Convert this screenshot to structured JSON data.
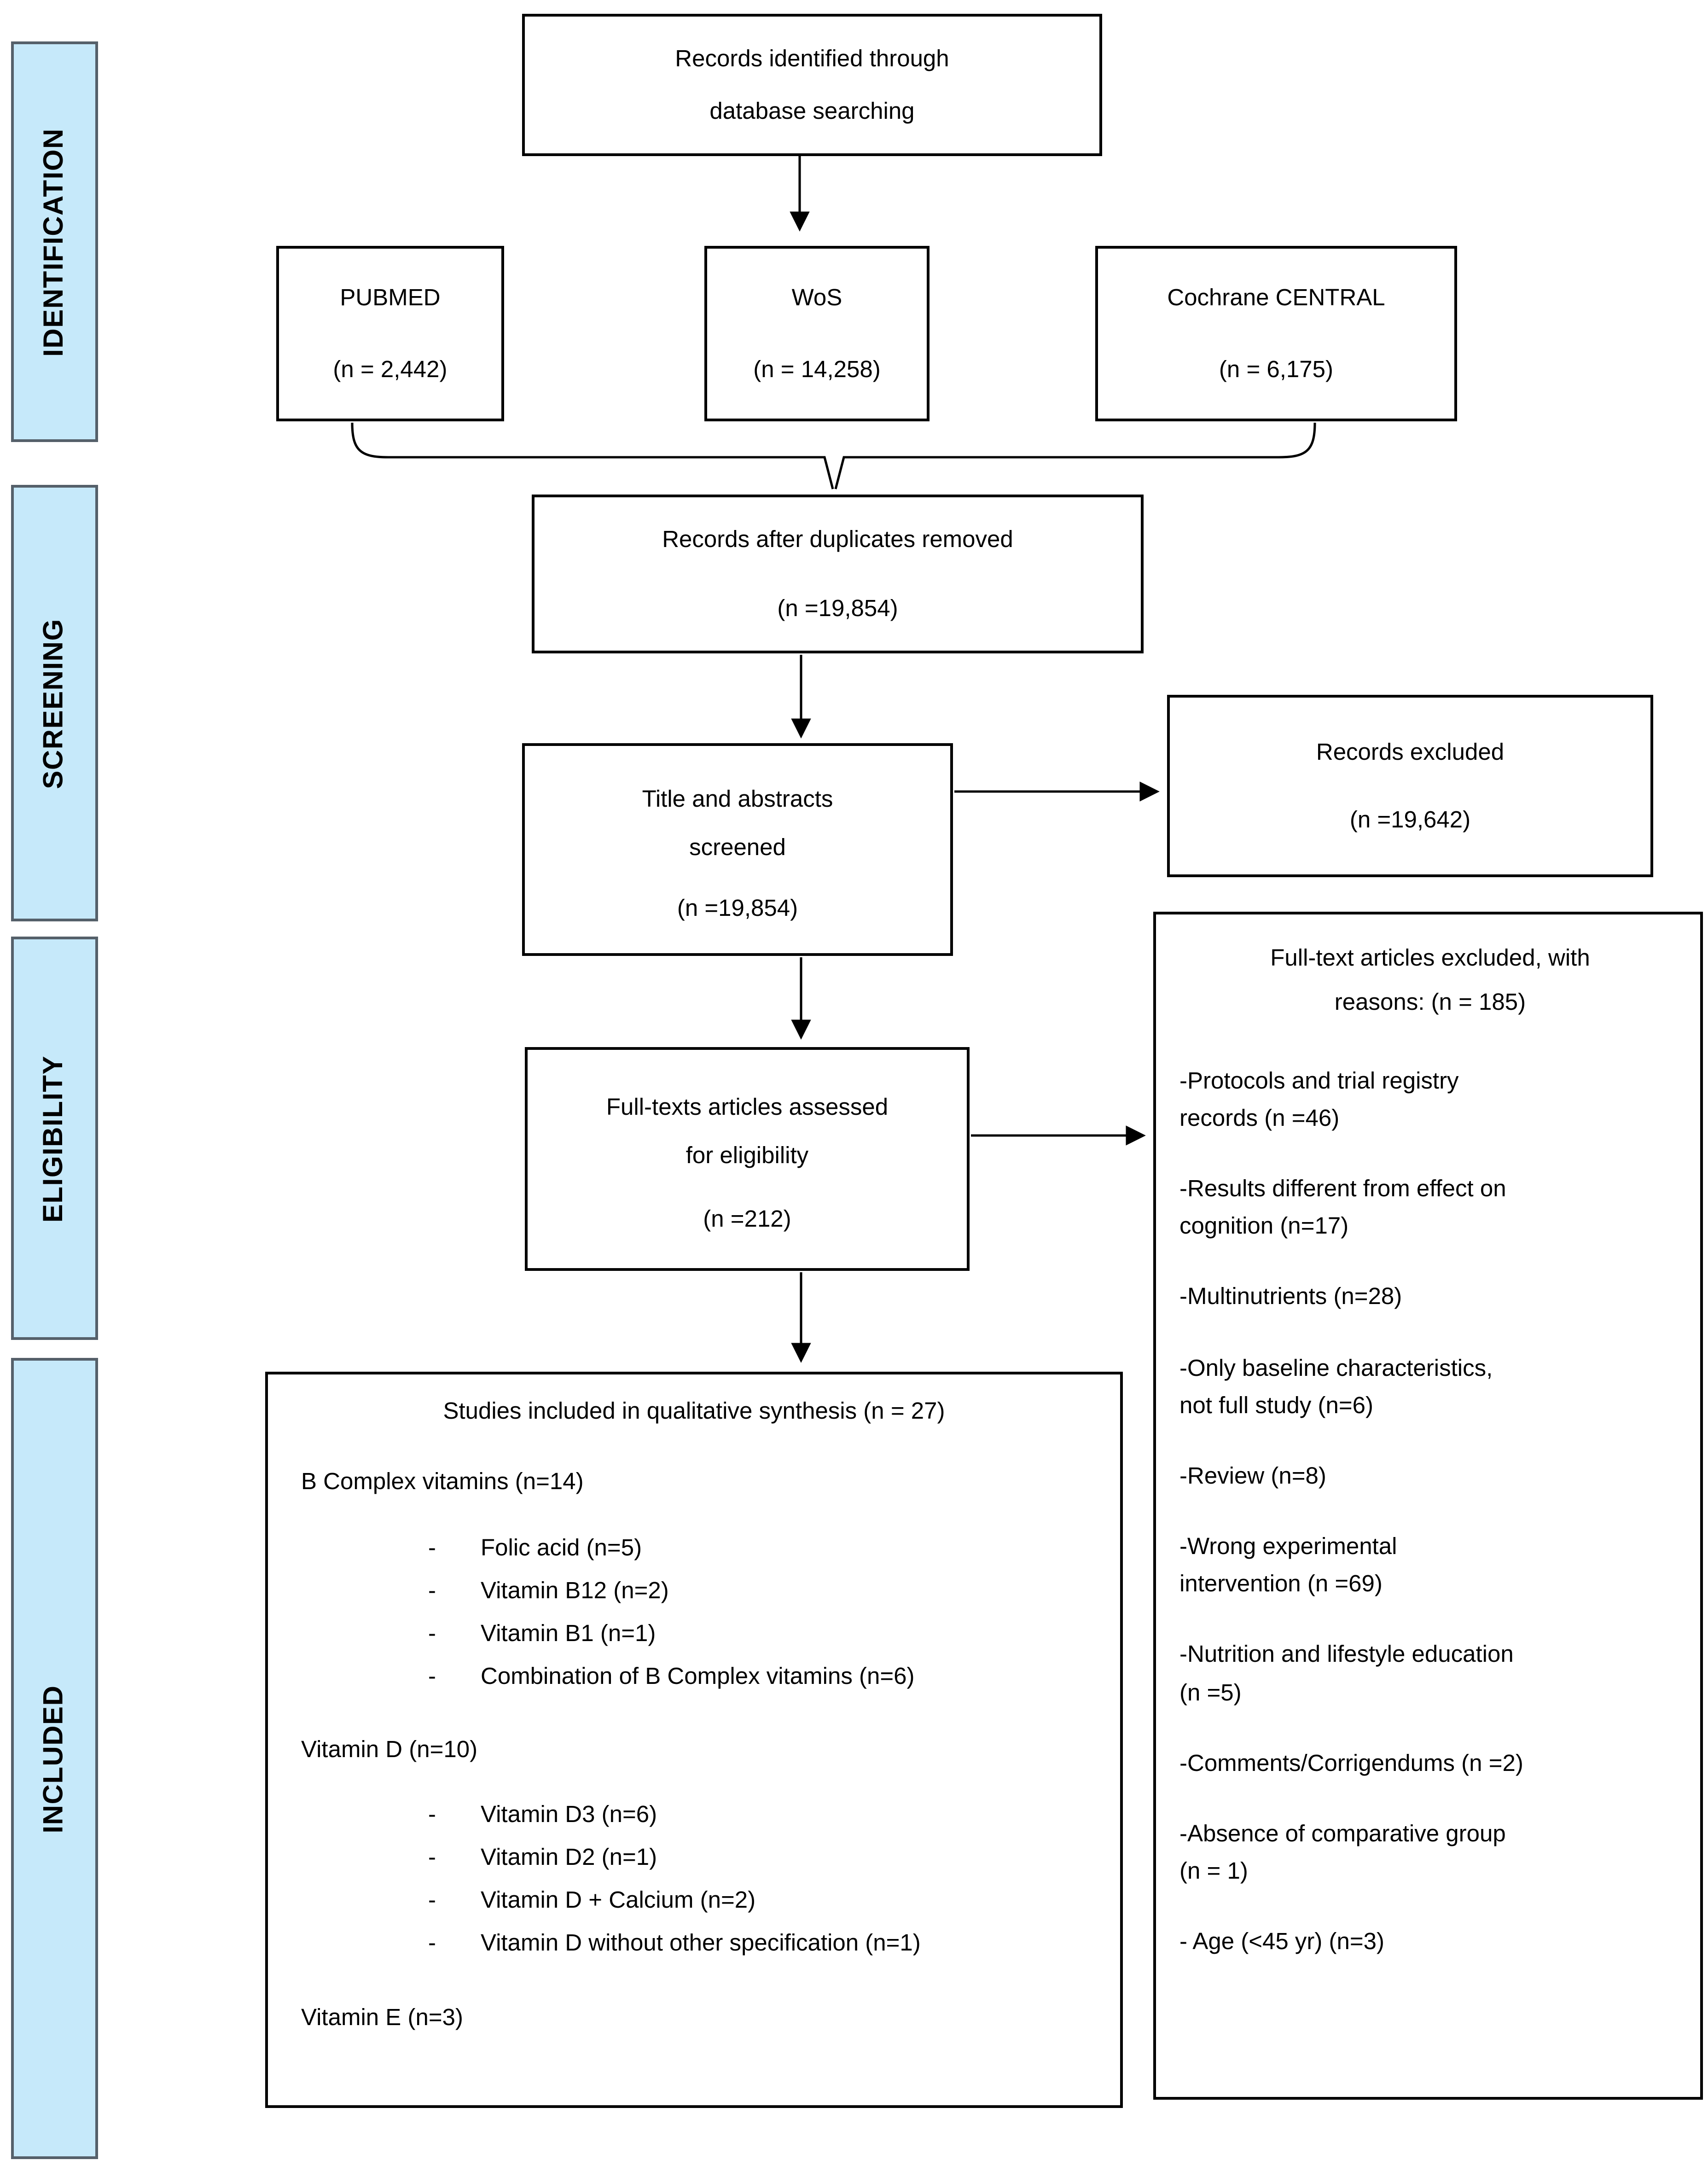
{
  "colors": {
    "sidebar_fill": "#c6e9fa",
    "sidebar_border": "#55606a",
    "box_border": "#000000",
    "line_color": "#000000"
  },
  "sidebar": {
    "items": [
      "IDENTIFICATION",
      "SCREENING",
      "ELIGIBILITY",
      "INCLUDED"
    ]
  },
  "flow": {
    "identified": {
      "text": "Records identified through\ndatabase searching"
    },
    "sources": [
      {
        "name": "PUBMED",
        "n": "(n = 2,442)"
      },
      {
        "name": "WoS",
        "n": "(n = 14,258)"
      },
      {
        "name": "Cochrane CENTRAL",
        "n": "(n = 6,175)"
      }
    ],
    "duplicates": {
      "text": "Records after duplicates removed",
      "n": "(n =19,854)"
    },
    "screened": {
      "text": "Title and abstracts\nscreened",
      "n": "(n =19,854)"
    },
    "records_excluded": {
      "text": "Records excluded",
      "n": "(n =19,642)"
    },
    "fulltext_assessed": {
      "text": "Full-texts articles assessed\nfor eligibility",
      "n": "(n =212)"
    },
    "fulltext_excluded": {
      "title": "Full-text articles excluded, with\nreasons: (n = 185)",
      "reasons": [
        "-Protocols and trial registry\nrecords (n =46)",
        "-Results different from effect on\ncognition (n=17)",
        "-Multinutrients (n=28)",
        "-Only baseline characteristics,\nnot full study (n=6)",
        "-Review (n=8)",
        "-Wrong experimental\nintervention (n =69)",
        "-Nutrition and lifestyle education\n(n =5)",
        "-Comments/Corrigendums (n =2)",
        "-Absence of comparative group\n(n = 1)",
        "- Age (<45 yr) (n=3)"
      ]
    },
    "included": {
      "title": "Studies included in qualitative synthesis (n = 27)",
      "bullet_char": "-",
      "groups": [
        {
          "heading": "B Complex vitamins (n=14)",
          "items": [
            "Folic acid (n=5)",
            "Vitamin B12 (n=2)",
            "Vitamin B1 (n=1)",
            "Combination of B Complex vitamins (n=6)"
          ]
        },
        {
          "heading": "Vitamin D (n=10)",
          "items": [
            "Vitamin D3 (n=6)",
            "Vitamin D2 (n=1)",
            "Vitamin D + Calcium (n=2)",
            "Vitamin D without other specification (n=1)"
          ]
        },
        {
          "heading": "Vitamin E (n=3)",
          "items": []
        }
      ]
    }
  }
}
